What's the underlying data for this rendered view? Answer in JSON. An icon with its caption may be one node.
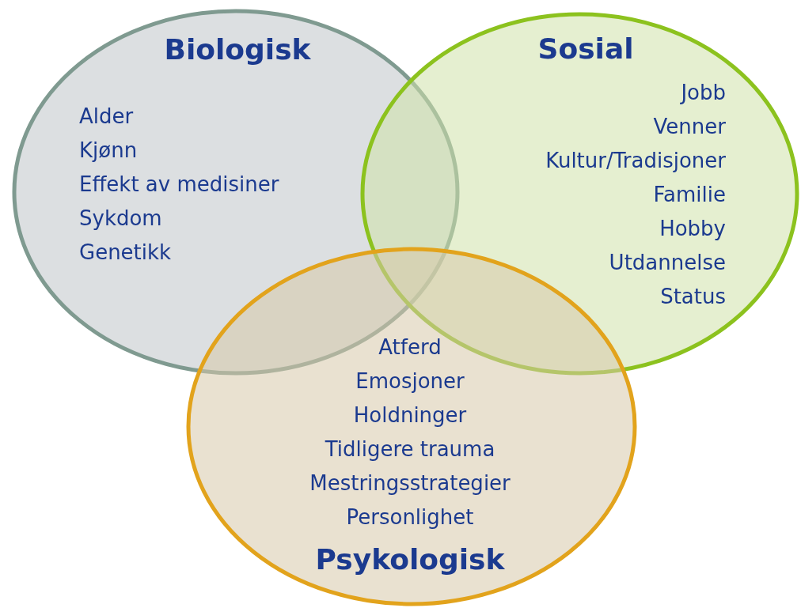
{
  "diagram": {
    "nodes": [
      {
        "text": [
          "Biologisk",
          "Alder",
          "Kjønn",
          "Effekt av medisiner",
          "Sykdom",
          "Genetikk"
        ]
      },
      {
        "text": [
          "Sosial",
          "Jobb",
          "Venner",
          "Kultur/Tradisjoner",
          "Familie",
          "Hobby",
          "Utdannelse",
          "Status"
        ]
      },
      {
        "text": [
          "Atferd",
          "Emosjoner",
          "Holdninger",
          "Tidligere trauma",
          "Mestringsstrategier",
          "Personlighet",
          "Psykologisk"
        ]
      }
    ]
  }
}
